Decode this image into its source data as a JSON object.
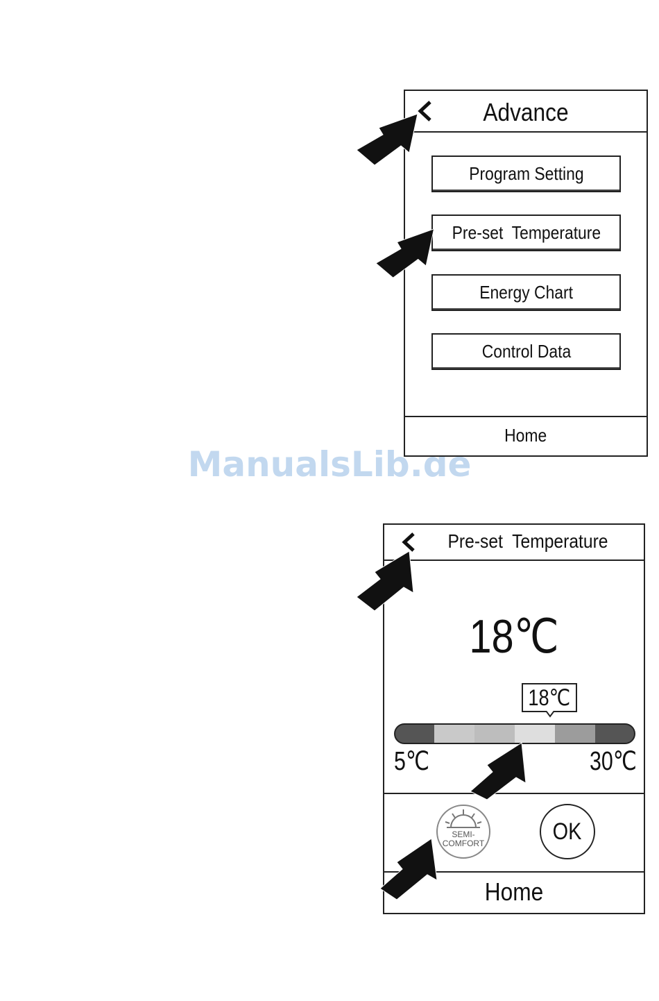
{
  "watermark": "ManualsLib.de",
  "advance_screen": {
    "title": "Advance",
    "back_icon": "chevron-left-icon",
    "menu_items": [
      {
        "label": "Program Setting"
      },
      {
        "label": "Pre-set  Temperature"
      },
      {
        "label": "Energy Chart"
      },
      {
        "label": "Control Data"
      }
    ],
    "footer_label": "Home"
  },
  "preset_screen": {
    "title": "Pre-set  Temperature",
    "back_icon": "chevron-left-icon",
    "current_temp": "18℃",
    "slider_bubble": "18℃",
    "slider_value": 18,
    "slider_min": 5,
    "slider_max": 30,
    "min_label": "5℃",
    "max_label": "30℃",
    "semi_comfort_line1": "SEMI-",
    "semi_comfort_line2": "COMFORT",
    "ok_label": "OK",
    "footer_label": "Home",
    "slider_colors": [
      "#555555",
      "#c9c9c9",
      "#bdbdbd",
      "#dedede",
      "#9c9c9c",
      "#555555"
    ]
  },
  "colors": {
    "frame": "#222222",
    "watermark": "#c2d8ef",
    "arrow": "#111111"
  }
}
